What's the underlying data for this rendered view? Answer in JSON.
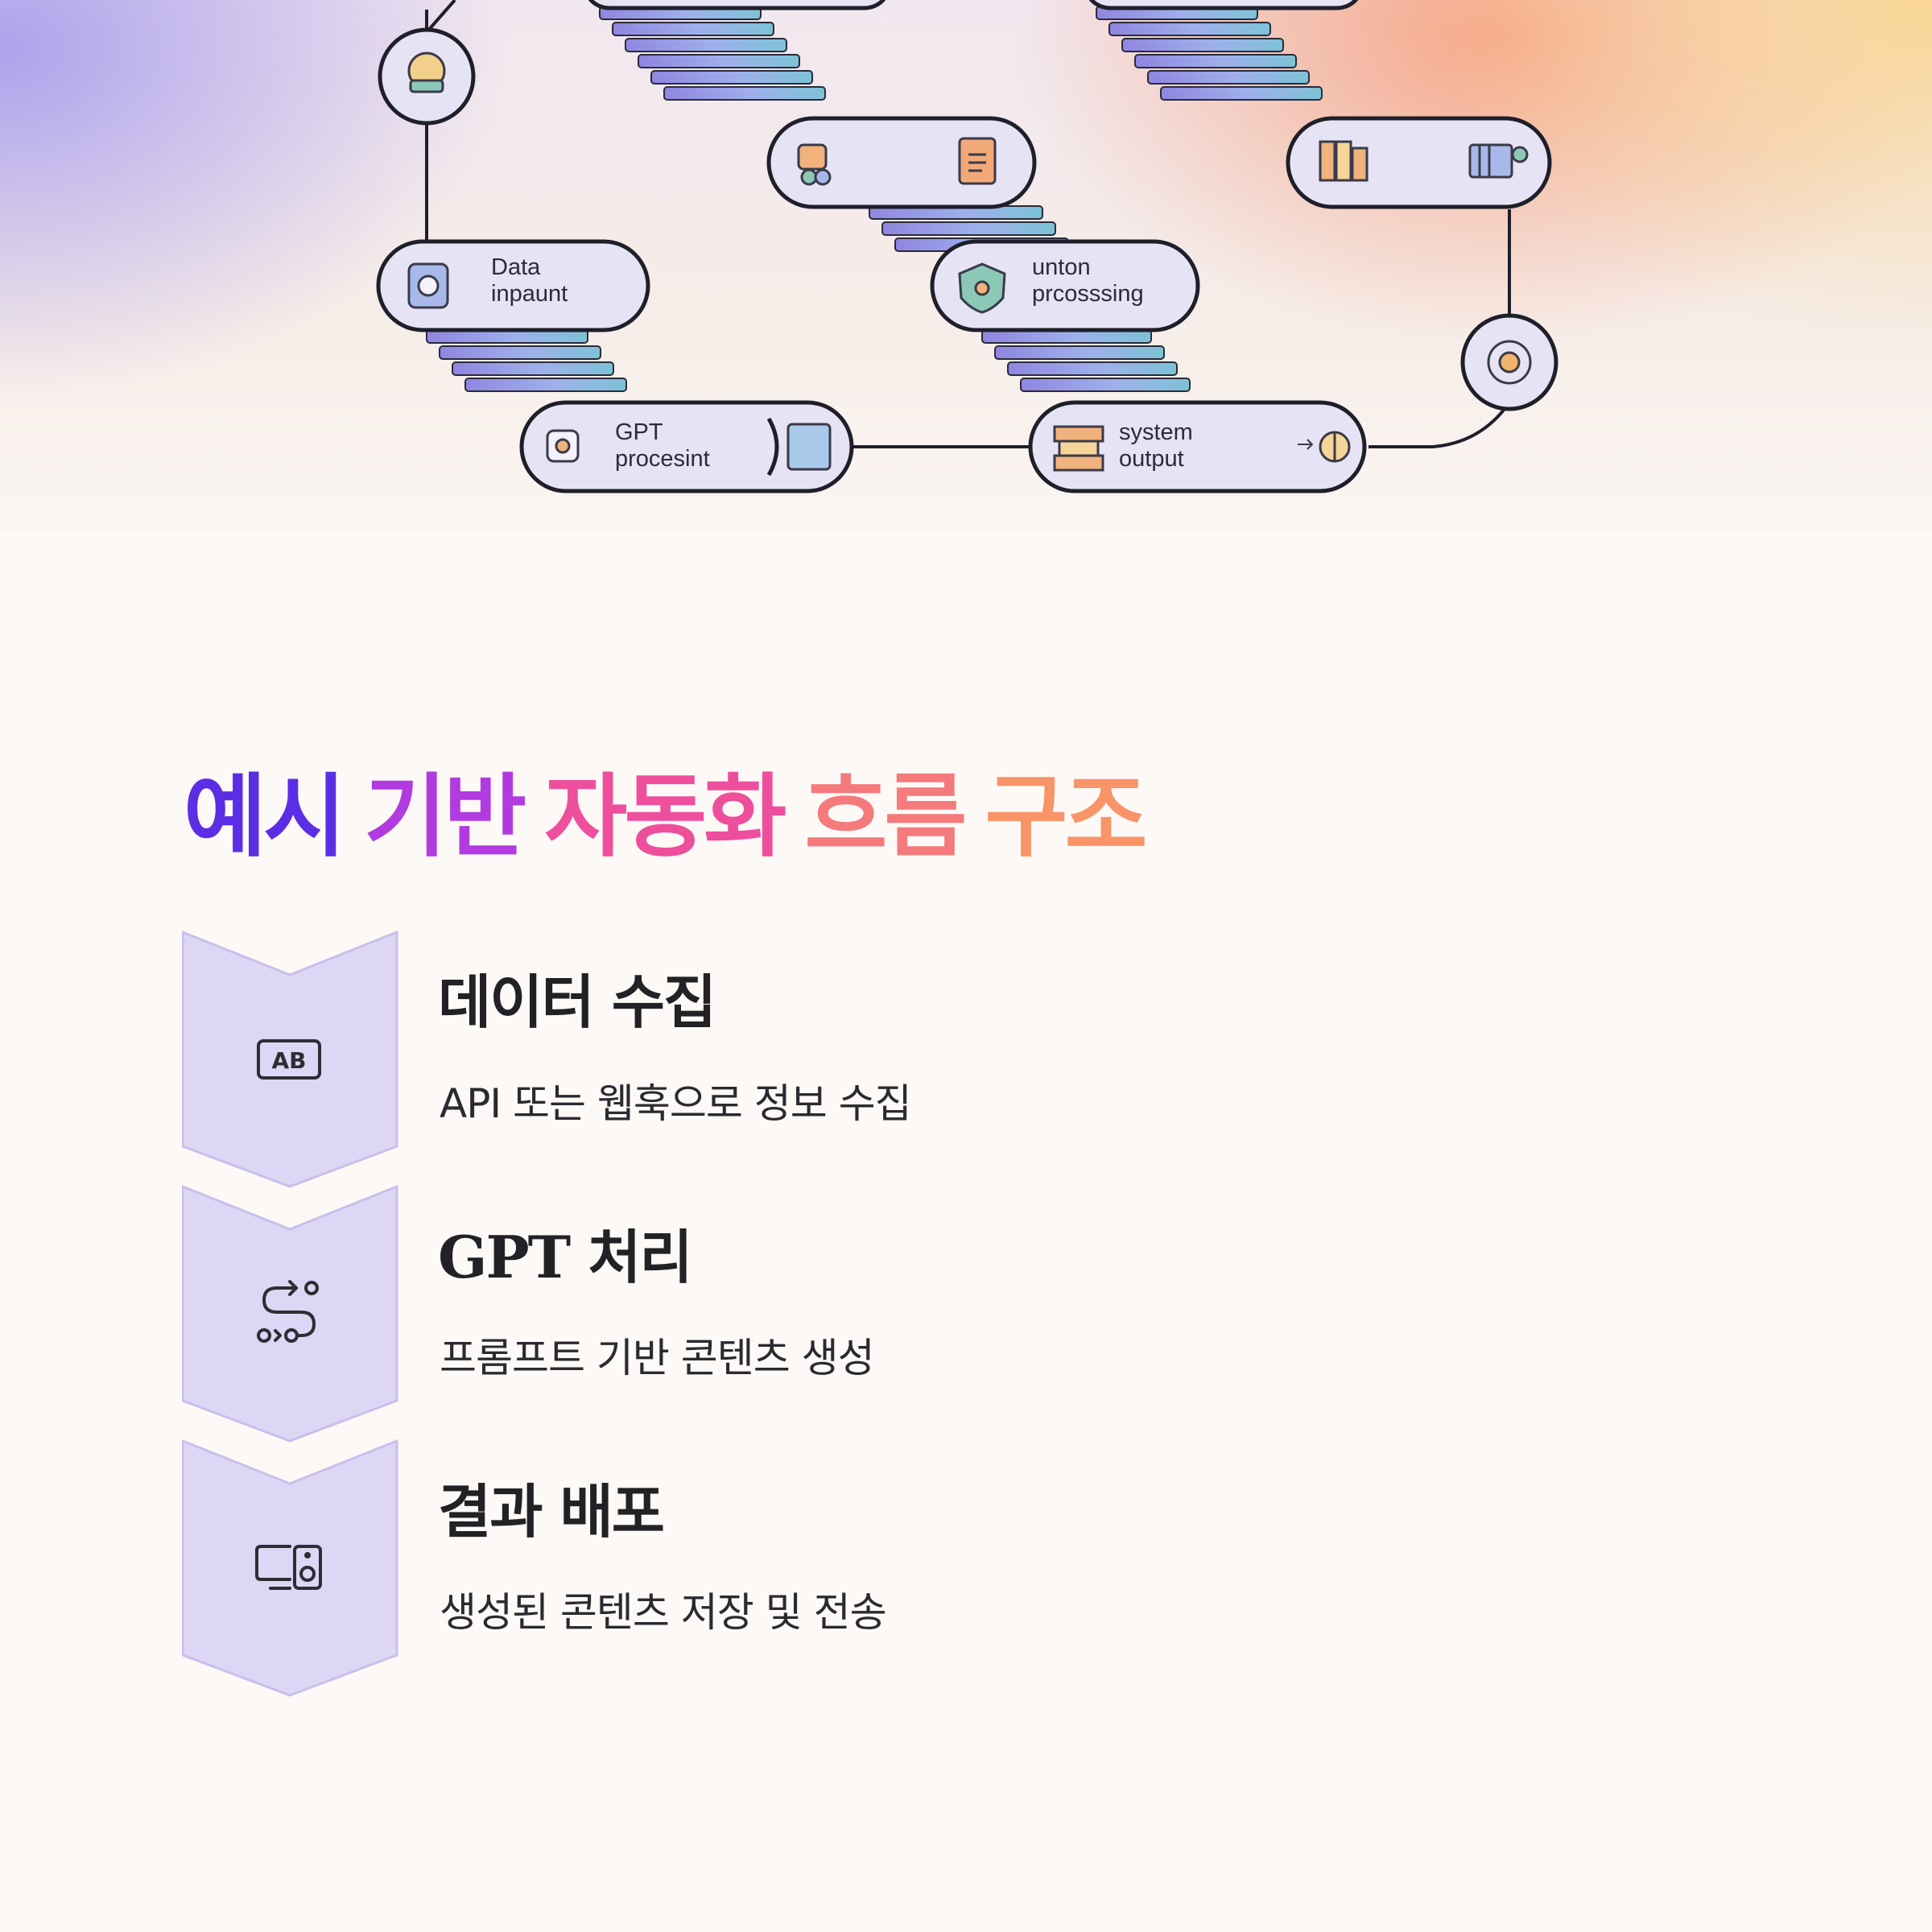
{
  "diagram": {
    "labels": {
      "data_input": [
        "Data",
        "inpaunt"
      ],
      "gpt_processing": [
        "GPT",
        "procesint"
      ],
      "unton_processing": [
        "unton",
        "prcosssing"
      ],
      "system_output": [
        "system",
        "output"
      ]
    }
  },
  "section": {
    "title_words": [
      "예시",
      "기반",
      "자동화",
      "흐름",
      "구조"
    ],
    "title_gradient": [
      "#5b2ee6",
      "#b13be0",
      "#ee4f9d",
      "#f47a7c",
      "#f99468"
    ]
  },
  "steps": [
    {
      "title": "데이터 수집",
      "description": "API 또는 웹훅으로 정보 수집",
      "icon": "text-box-icon",
      "icon_text": "AB"
    },
    {
      "title": "GPT 처리",
      "description": "프롬프트 기반 콘텐츠 생성",
      "icon": "workflow-route-icon"
    },
    {
      "title": "결과 배포",
      "description": "생성된 콘텐츠 저장 및 전송",
      "icon": "devices-icon"
    }
  ],
  "colors": {
    "step_fill": "#ddd6f4",
    "step_edge": "#c9bfec",
    "icon_stroke": "#2d2d33",
    "text_dark": "#222226"
  }
}
